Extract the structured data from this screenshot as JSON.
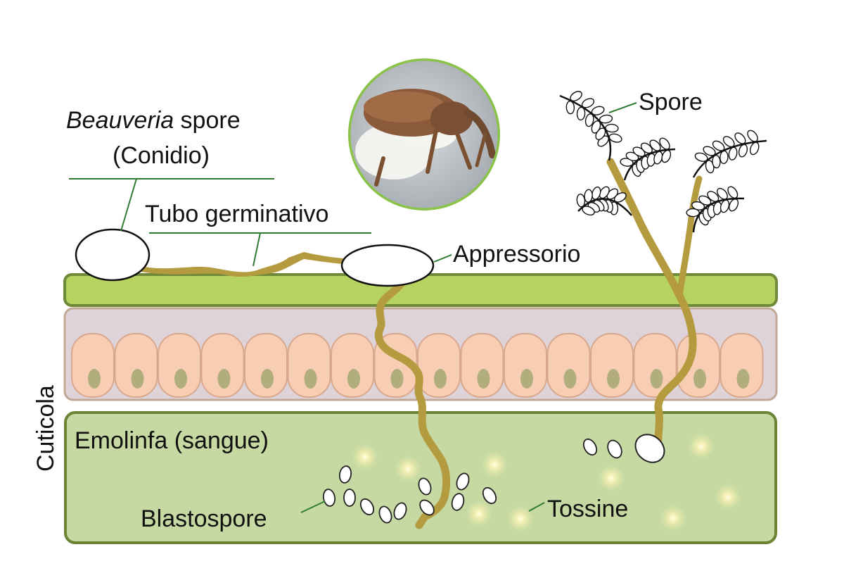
{
  "labels": {
    "beauveria_italic": "Beauveria",
    "beauveria_rest": " spore",
    "conidio": "(Conidio)",
    "tubo": "Tubo germinativo",
    "appressorio": "Appressorio",
    "spore": "Spore",
    "cuticola": "Cuticola",
    "emolinfa": "Emolinfa (sangue)",
    "blastospore": "Blastospore",
    "tossine": "Tossine"
  },
  "colors": {
    "cuticle_green": "#b7d35f",
    "cuticle_border": "#6e8a3a",
    "epidermis_bg": "#ddd3d8",
    "epidermis_border": "#c3a896",
    "cell_fill": "#f7cdb4",
    "cell_border": "#d8a78c",
    "nucleus": "#b1ad7c",
    "hemolymph": "#c6d9a3",
    "hemolymph_border": "#6a8434",
    "hypha": "#b59b3f",
    "leader_line": "#2e7d32"
  },
  "icons": {
    "insect_photo": "weevil-with-fungal-mycelium-icon"
  },
  "epidermis": {
    "cell_count": 16
  }
}
